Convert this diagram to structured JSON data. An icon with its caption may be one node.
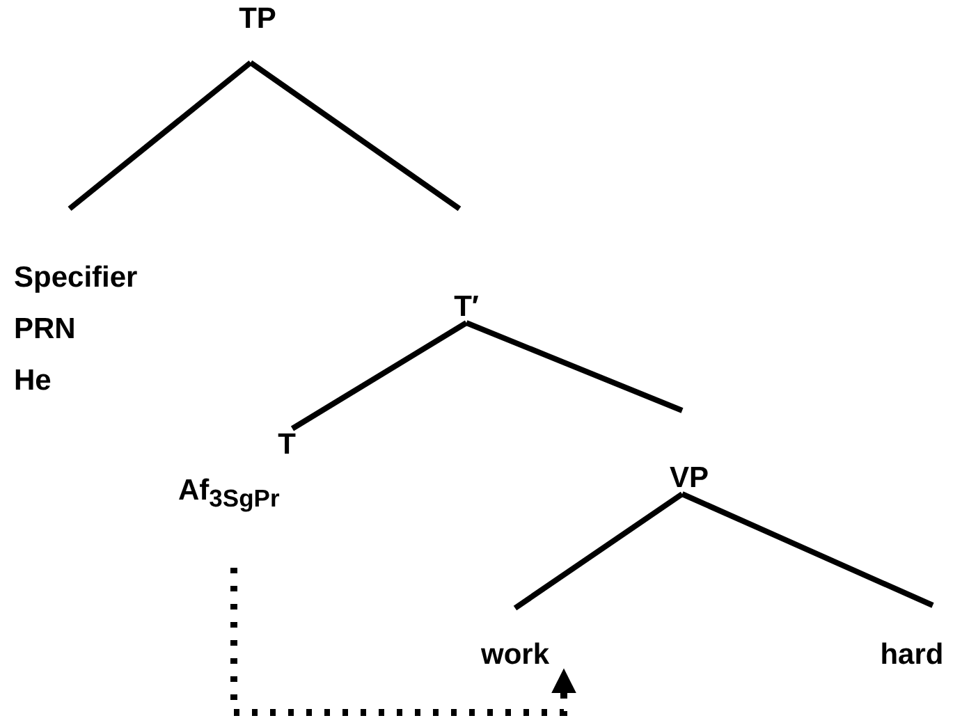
{
  "diagram": {
    "nodes": [
      {
        "text": [
          "TP"
        ]
      },
      {
        "text": [
          "Specifier",
          "PRN",
          "He"
        ]
      },
      {
        "text": [
          "T′"
        ]
      },
      {
        "text": [
          "T",
          "Af$_{3SgPr}$"
        ]
      },
      {
        "text": [
          "VP"
        ]
      },
      {
        "text": [
          "work"
        ]
      },
      {
        "text": [
          "hard"
        ]
      }
    ],
    "edges": [
      {
        "from": 0,
        "to": 1,
        "arrow": "none"
      },
      {
        "from": 0,
        "to": 2,
        "arrow": "none"
      },
      {
        "from": 2,
        "to": 3,
        "arrow": "none"
      },
      {
        "from": 2,
        "to": 4,
        "arrow": "none"
      },
      {
        "from": 4,
        "to": 5,
        "arrow": "none"
      },
      {
        "from": 4,
        "to": 6,
        "arrow": "none"
      },
      {
        "from": 3,
        "to": 5,
        "arrow": "to",
        "style": "dashed"
      }
    ]
  }
}
